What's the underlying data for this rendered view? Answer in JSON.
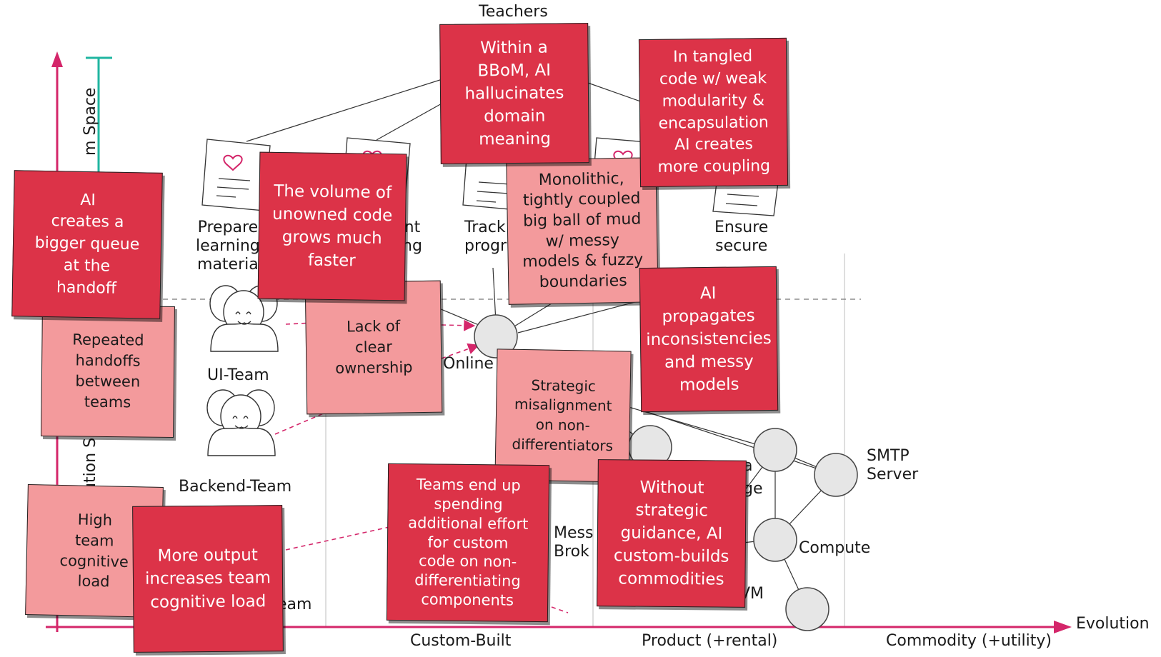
{
  "colors": {
    "dark_note": "#dc3348",
    "light_note": "#f39a9c",
    "axis": "#d4266a",
    "problem_axis": "#1fb5a0"
  },
  "axes": {
    "x_label": "Evolution",
    "y_label_fragment": "m Space",
    "y_label_fragment_2": "ution S",
    "stages": [
      "Custom-Built",
      "Product (+rental)",
      "Commodity (+utility)"
    ]
  },
  "map": {
    "user": "Teachers",
    "needs": [
      {
        "label": "Prepare\nlearning\nmateria",
        "icon": "document-heart-icon"
      },
      {
        "label": "nt\nng",
        "icon": "document-heart-icon"
      },
      {
        "label": "Track\nprogr",
        "icon": "document-heart-icon"
      },
      {
        "label": "Ensure\nsecure",
        "icon": "document-heart-icon"
      }
    ],
    "teams": [
      {
        "label": "UI-Team",
        "icon": "team-icon"
      },
      {
        "label": "Backend-Team",
        "icon": "team-icon"
      },
      {
        "label": "eam",
        "icon": "team-icon"
      }
    ],
    "components": {
      "online": "Online",
      "smtp": "SMTP\nServer",
      "compute": "Compute",
      "vm": "VM",
      "message_broker": "Mess\nBrok",
      "storage_fragment_a": "a",
      "storage_fragment_b": "ge"
    }
  },
  "notes": {
    "ai_queue": "AI\ncreates a\nbigger queue\nat the\nhandoff",
    "handoffs": "Repeated\nhandoffs\nbetween\nteams",
    "unowned_code": "The volume of\nunowned code\ngrows much\nfaster",
    "ownership": "Lack of\nclear\nownership",
    "bbom": "Within a\nBBoM, AI\nhallucinates\ndomain\nmeaning",
    "monolith": "Monolithic,\ntightly coupled\nbig ball of mud\nw/ messy\nmodels & fuzzy\nboundaries",
    "coupling": "In tangled\ncode w/ weak\nmodularity &\nencapsulation\nAI creates\nmore coupling",
    "propagates": "AI\npropagates\ninconsistencies\nand messy\nmodels",
    "misalignment": "Strategic\nmisalignment\non non-\ndifferentiators",
    "custom_effort": "Teams end up\nspending\nadditional effort\nfor custom\ncode on non-\ndifferentiating\ncomponents",
    "commodities": "Without\nstrategic\nguidance, AI\ncustom-builds\ncommodities",
    "cognitive_load": "High\nteam\ncognitive\nload",
    "more_output": "More output\nincreases team\ncognitive load"
  }
}
